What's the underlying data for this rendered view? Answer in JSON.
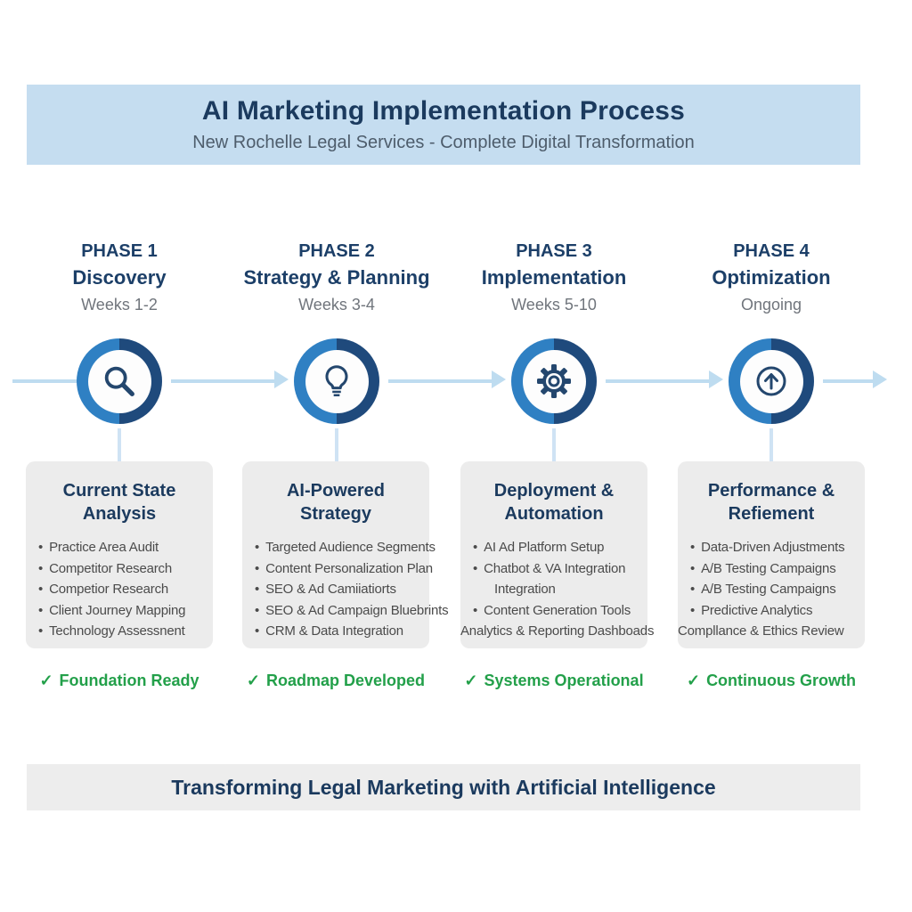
{
  "header": {
    "title": "AI Marketing Implementation Process",
    "subtitle": "New Rochelle Legal Services - Complete Digital Transformation"
  },
  "phases": [
    {
      "kicker": "PHASE 1",
      "name": "Discovery",
      "weeks": "Weeks 1-2",
      "icon": "search-icon",
      "card": {
        "title": "Current State Analysis",
        "items": [
          "Practice Area Audit",
          "Competitor Research",
          "Competior Research",
          "Client Journey Mapping",
          "Technology Assessnent"
        ]
      },
      "status": "Foundation Ready"
    },
    {
      "kicker": "PHASE 2",
      "name": "Strategy & Planning",
      "weeks": "Weeks 3-4",
      "icon": "lightbulb-icon",
      "card": {
        "title": "AI-Powered Strategy",
        "items": [
          "Targeted Audience Segments",
          "Content Personalization Plan",
          "SEO & Ad Camiiatiorts",
          "SEO & Ad Campaign Bluebrints",
          "CRM & Data Integration"
        ]
      },
      "status": "Roadmap Developed"
    },
    {
      "kicker": "PHASE 3",
      "name": "Implementation",
      "weeks": "Weeks 5-10",
      "icon": "gear-icon",
      "card": {
        "title": "Deployment & Automation",
        "items": [
          "AI Ad Platform Setup",
          "Chatbot & VA Integration",
          "Integration",
          "Content Generation Tools",
          "Analytics & Reporting Dashboads"
        ]
      },
      "status": "Systems Operational"
    },
    {
      "kicker": "PHASE 4",
      "name": "Optimization",
      "weeks": "Ongoing",
      "icon": "growth-arrow-icon",
      "card": {
        "title": "Performance & Refiement",
        "items": [
          "Data-Driven Adjustments",
          "A/B Testing Campaigns",
          "A/B Testing Campaigns",
          "Predictive Analytics",
          "Compllance & Ethics Review"
        ]
      },
      "status": "Continuous Growth"
    }
  ],
  "footer": {
    "banner": "Transforming Legal Marketing with Artificial Intelligence"
  },
  "icons": {
    "check": "✓"
  },
  "colors": {
    "header_band": "#c5ddf0",
    "navy": "#1b3a5e",
    "ring_light": "#2f80c3",
    "ring_dark": "#1f4a7c",
    "arrow": "#bedcf0",
    "card_bg": "#ececec",
    "success_green": "#23a04a",
    "footer_band": "#ededed"
  }
}
